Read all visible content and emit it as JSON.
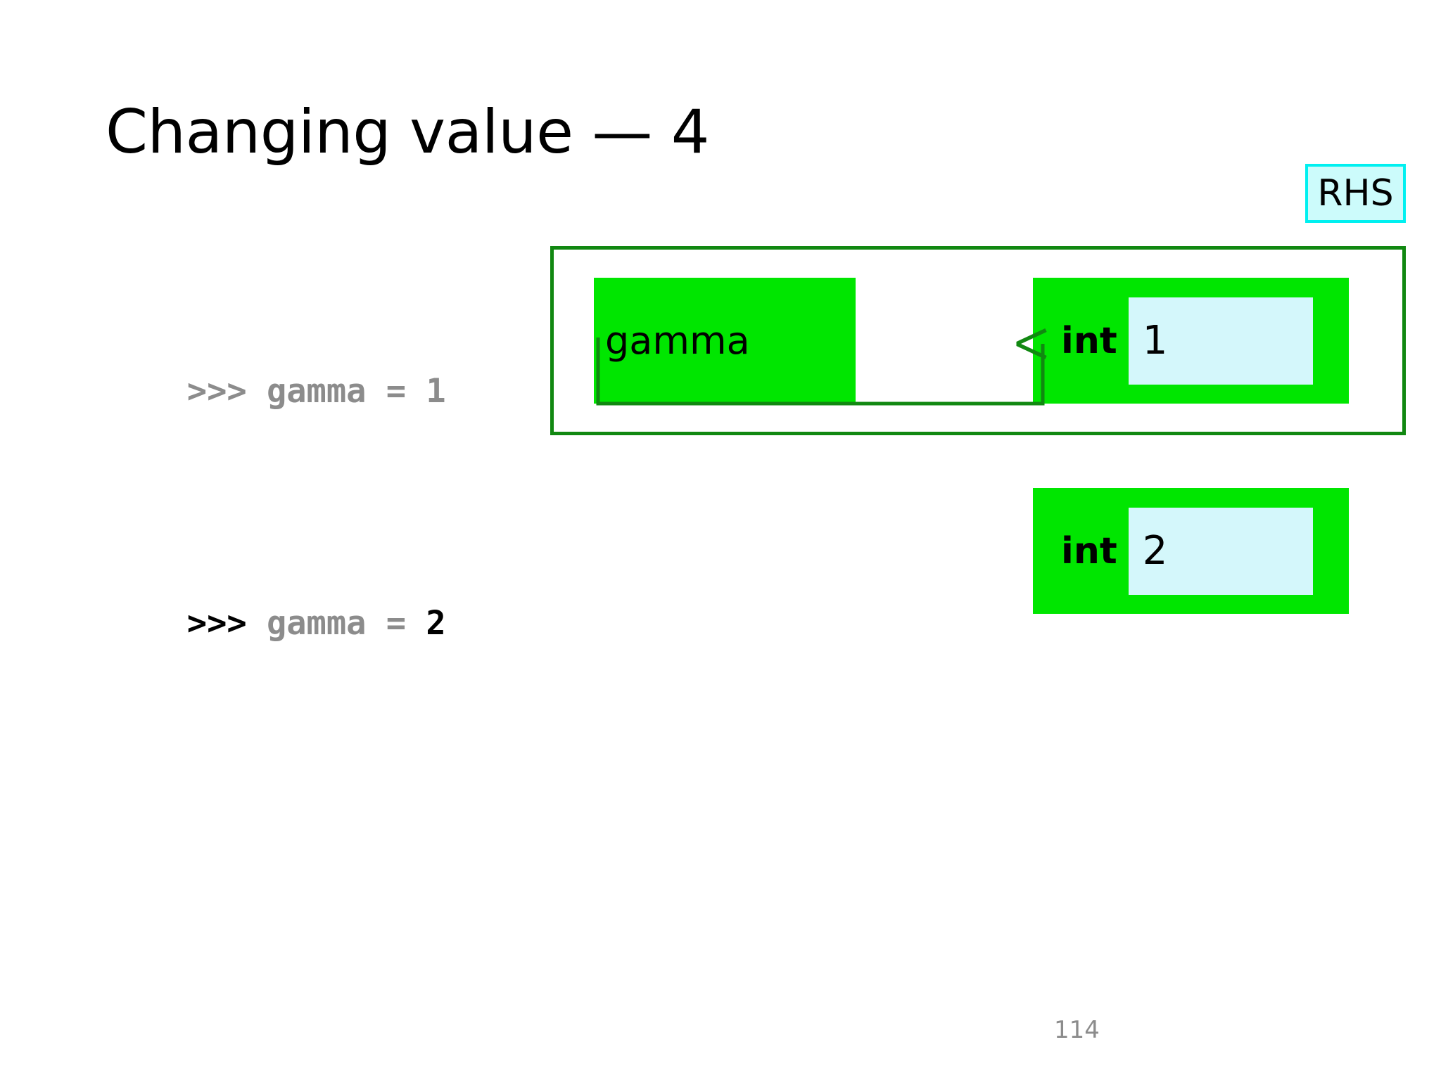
{
  "slide": {
    "title": "Changing value — 4",
    "page_number": "114",
    "background_color": "#ffffff"
  },
  "badge": {
    "label": "RHS",
    "fill_color": "#ccfbfb",
    "border_color": "#00f0f0"
  },
  "code": {
    "lines": [
      {
        "prompt": ">>> ",
        "prompt_color": "#8c8c8c",
        "name": "gamma",
        "name_color": "#8c8c8c",
        "operator": " = ",
        "operator_color": "#8c8c8c",
        "value": "1",
        "value_color": "#8c8c8c"
      },
      {
        "prompt": ">>> ",
        "prompt_color": "#000000",
        "name": "gamma",
        "name_color": "#8c8c8c",
        "operator": " = ",
        "operator_color": "#8c8c8c",
        "value": "2",
        "value_color": "#000000"
      }
    ]
  },
  "diagram": {
    "frame_border_color": "#118811",
    "object_fill_color": "#00e600",
    "value_well_color": "#d4f7fb",
    "arrow_color": "#118811",
    "variable": {
      "name": "gamma"
    },
    "objects": [
      {
        "type_label": "int",
        "value": "1",
        "in_namespace": true,
        "referenced": true
      },
      {
        "type_label": "int",
        "value": "2",
        "in_namespace": false,
        "referenced": false
      }
    ]
  }
}
